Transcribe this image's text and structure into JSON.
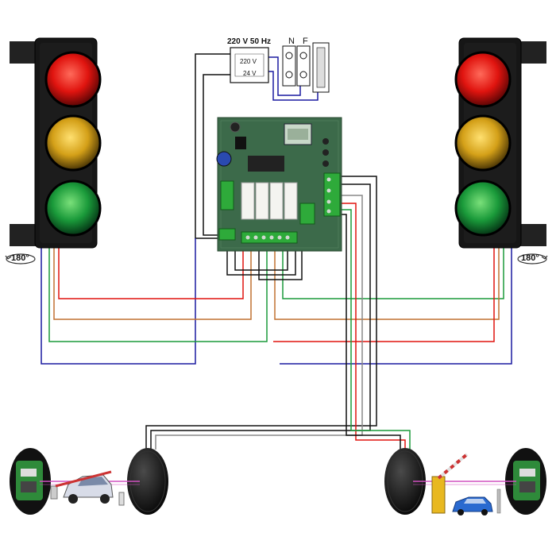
{
  "supply": {
    "title": "220 V 50 Hz",
    "primary_label": "220 V",
    "secondary_label": "24 V",
    "terminal_n": "N",
    "terminal_f": "F"
  },
  "traffic_light_left": {
    "rotation_label": "180°"
  },
  "traffic_light_right": {
    "rotation_label": "180°"
  },
  "colors": {
    "red": "#e0140f",
    "amber": "#e0a020",
    "green": "#1a9a3a",
    "blue": "#1a1aa0",
    "black": "#111111",
    "brown": "#a0502a",
    "board": "#3c6a4a"
  }
}
